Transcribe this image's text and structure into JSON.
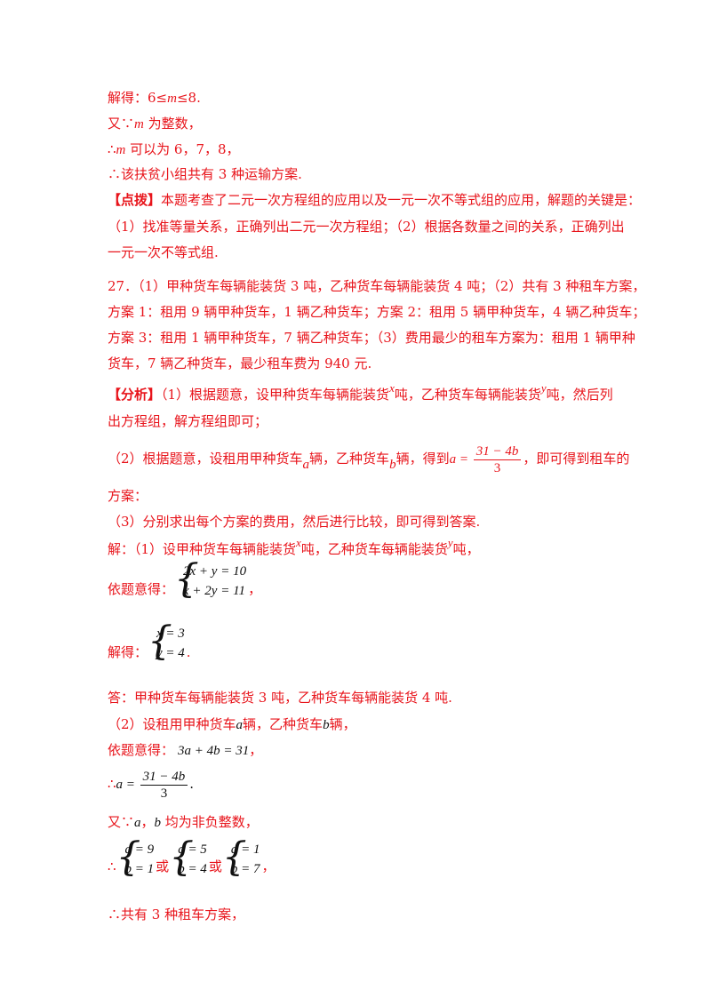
{
  "colors": {
    "text_red": "#e8141b",
    "text_black": "#111111"
  },
  "lines": {
    "l1": [
      "解得：6≤",
      "m",
      "≤8."
    ],
    "l2": [
      "又∵",
      "m",
      " 为整数，"
    ],
    "l3": [
      "∴",
      "m",
      " 可以为 6，7，8，"
    ],
    "l4": "∴该扶贫小组共有 3 种运输方案.",
    "l5": [
      "【点拨】",
      "本题考查了二元一次方程组的应用以及一元一次不等式组的应用，解题的关键是："
    ],
    "l6": "（1）找准等量关系，正确列出二元一次方程组；（2）根据各数量之间的关系，正确列出",
    "l7": "一元一次不等式组.",
    "l8": "27．（1）甲种货车每辆能装货 3 吨，乙种货车每辆能装货 4 吨；（2）共有 3 种租车方案，",
    "l9": "方案 1：租用 9 辆甲种货车，1 辆乙种货车；方案 2：租用 5 辆甲种货车，4 辆乙种货车；",
    "l10": "方案 3：租用 1 辆甲种货车，7 辆乙种货车；（3）费用最少的租车方案为：租用 1 辆甲种",
    "l11": "货车，7 辆乙种货车，最少租车费为 940 元.",
    "l12": [
      "【分析】",
      "（1）根据题意，设甲种货车每辆能装货",
      "x",
      "吨，乙种货车每辆能装货",
      "y",
      "吨，然后列"
    ],
    "l13": "出方程组，解方程组即可；",
    "l14": [
      "（2）根据题意，设租用甲种货车",
      "a",
      "辆，乙种货车",
      "b",
      "辆，得到",
      "a = ",
      "31 − 4b",
      "3",
      "，即可得到租车的"
    ],
    "l15": "方案：",
    "l16": "（3）分别求出每个方案的费用，然后进行比较，即可得到答案.",
    "l17": [
      "解：（1）设甲种货车每辆能装货",
      "x",
      "吨，乙种货车每辆能装货",
      "y",
      "吨，"
    ],
    "l18": [
      "依题意得：",
      "2x + y = 10",
      "x + 2y = 11",
      "，"
    ],
    "l19": [
      "解得：",
      "x = 3",
      "y = 4",
      "."
    ],
    "l20": "答：甲种货车每辆能装货 3 吨，乙种货车每辆能装货 4 吨.",
    "l21": [
      "（2）设租用甲种货车",
      "a",
      "辆，乙种货车",
      "b",
      "辆，"
    ],
    "l22": [
      "依题意得：",
      "3a + 4b = 31",
      "，"
    ],
    "l23": [
      "∴",
      "a = ",
      "31 − 4b",
      "3",
      "."
    ],
    "l24": [
      "又∵",
      "a",
      "，",
      "b",
      " 均为非负整数，"
    ],
    "l25": [
      "∴",
      "a = 9",
      "b = 1",
      " 或 ",
      "a = 5",
      "b = 4",
      " 或 ",
      "a = 1",
      "b = 7",
      "，"
    ],
    "l26": "∴共有 3 种租车方案，"
  }
}
